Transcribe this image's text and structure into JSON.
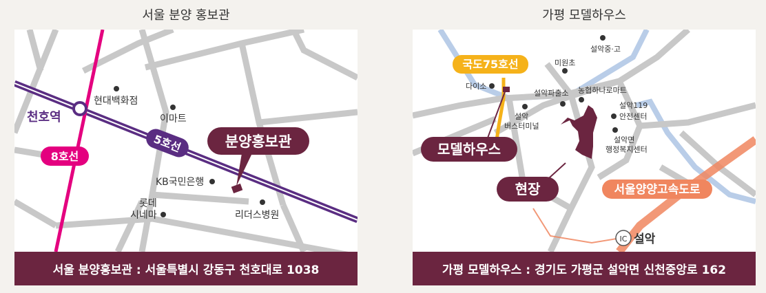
{
  "seoul": {
    "title": "서울 분양 홍보관",
    "address": "서울 분양홍보관 : 서울특별시 강동구 천호대로 1038",
    "station": "천호역",
    "line8": "8호선",
    "line5": "5호선",
    "callout": "분양홍보관",
    "places": [
      "현대백화점",
      "이마트",
      "KB국민은행",
      "롯데",
      "시네마",
      "리더스병원"
    ],
    "colors": {
      "line8": "#e4007f",
      "line5": "#5a2d82",
      "brand": "#6b2540"
    }
  },
  "gapyeong": {
    "title": "가평 모델하우스",
    "address": "가평 모델하우스 : 경기도 가평군 설악면 신천중앙로 162",
    "route75": "국도75호선",
    "callout_model": "모델하우스",
    "callout_site": "현장",
    "expressway": "서울양양고속도로",
    "ic_badge": "IC",
    "ic_name": "설악",
    "places": [
      "설악중·고",
      "미원초",
      "다이소",
      "설악파출소",
      "농협하나로마트",
      "설악",
      "버스터미널",
      "설악119",
      "안전센터",
      "설악면",
      "행정복지센터"
    ],
    "colors": {
      "route75": "#f5b21a",
      "expressway": "#f0865f",
      "river": "#b9cde8",
      "brand": "#6b2540"
    }
  }
}
